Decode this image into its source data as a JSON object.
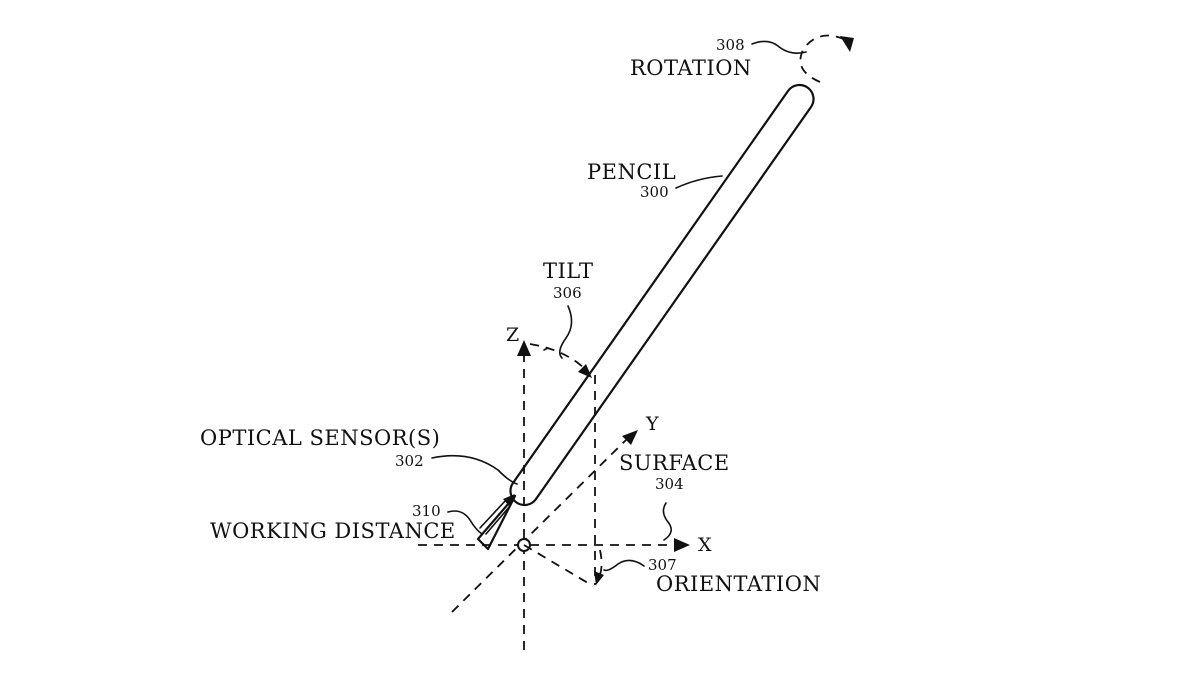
{
  "labels": {
    "rotation": {
      "text": "ROTATION",
      "ref": "308"
    },
    "pencil": {
      "text": "PENCIL",
      "ref": "300"
    },
    "tilt": {
      "text": "TILT",
      "ref": "306"
    },
    "optical_sensor": {
      "text": "OPTICAL SENSOR(S)",
      "ref": "302"
    },
    "working_distance": {
      "text": "WORKING DISTANCE",
      "ref": "310"
    },
    "surface": {
      "text": "SURFACE",
      "ref": "304"
    },
    "orientation": {
      "text": "ORIENTATION",
      "ref": "307"
    }
  },
  "axes": {
    "x": "X",
    "y": "Y",
    "z": "Z"
  }
}
